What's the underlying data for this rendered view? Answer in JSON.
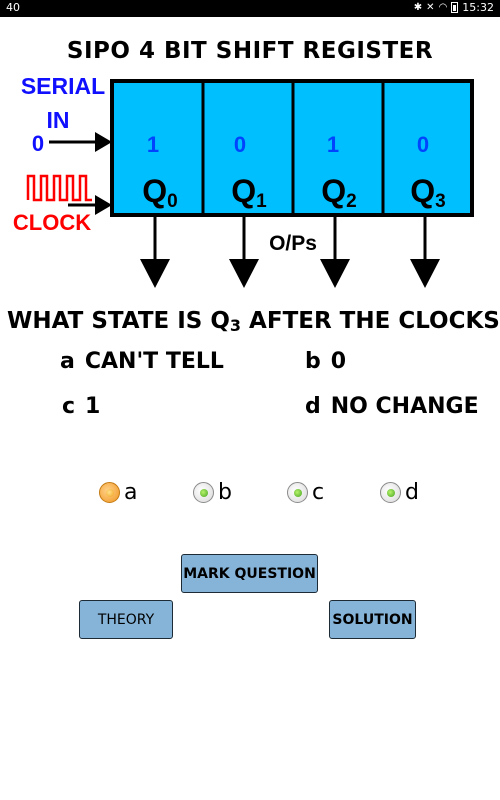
{
  "status_bar": {
    "left_text": "40",
    "time": "15:32"
  },
  "diagram": {
    "title": "SIPO 4 BIT SHIFT REGISTER",
    "serial_in_label_1": "SERIAL",
    "serial_in_label_2": "IN",
    "serial_in_value": "0",
    "clock_label": "CLOCK",
    "outputs_label": "O/Ps",
    "cells": [
      {
        "bit": "1",
        "name": "Q",
        "sub": "0"
      },
      {
        "bit": "0",
        "name": "Q",
        "sub": "1"
      },
      {
        "bit": "1",
        "name": "Q",
        "sub": "2"
      },
      {
        "bit": "0",
        "name": "Q",
        "sub": "3"
      }
    ],
    "colors": {
      "register_fill": "#00bfff",
      "serial_text": "#1010ff",
      "clock_text": "#ff0000",
      "bit_text": "#0044ff"
    }
  },
  "question": {
    "text_before": "WHAT STATE IS Q",
    "sub": "3",
    "text_after": " AFTER THE CLOCKS",
    "options": [
      {
        "key": "a",
        "text": "CAN'T TELL"
      },
      {
        "key": "b",
        "text": "0"
      },
      {
        "key": "c",
        "text": "1"
      },
      {
        "key": "d",
        "text": "NO CHANGE"
      }
    ]
  },
  "answers": {
    "selected": "a",
    "labels": [
      "a",
      "b",
      "c",
      "d"
    ]
  },
  "buttons": {
    "mark_question": "MARK QUESTION",
    "theory": "THEORY",
    "solution": "SOLUTION"
  }
}
